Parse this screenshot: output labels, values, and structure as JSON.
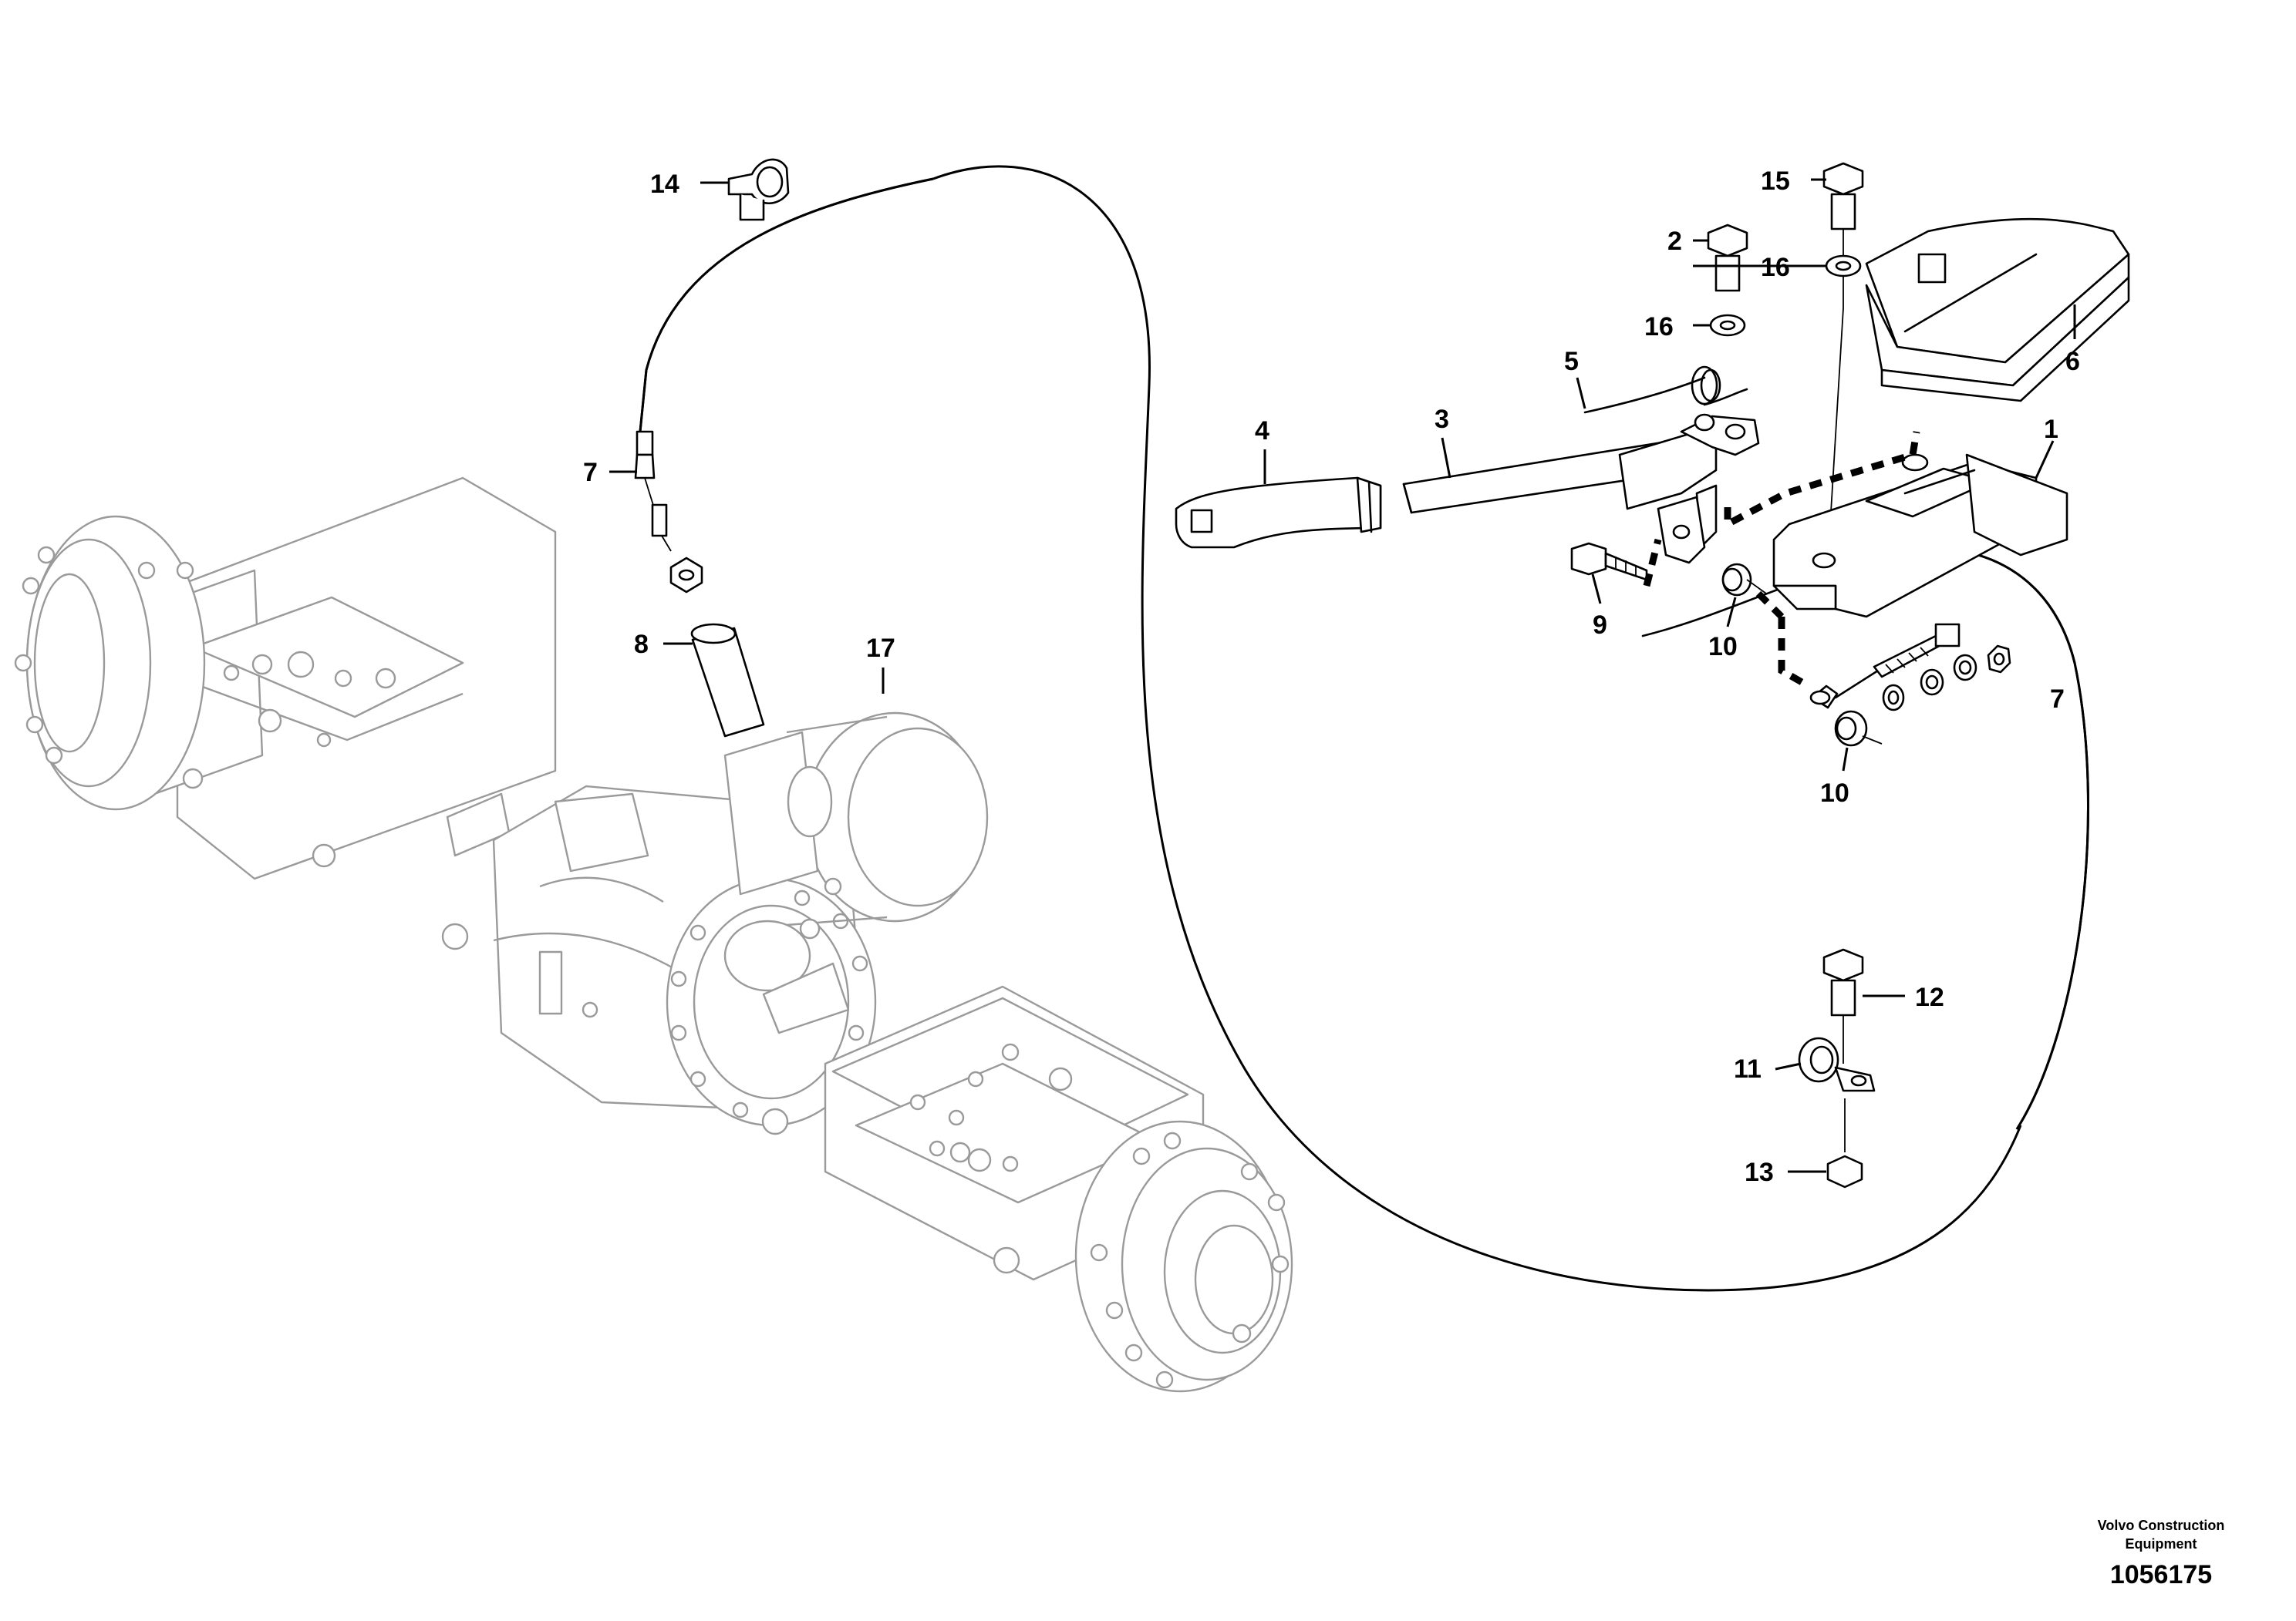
{
  "callouts": {
    "c1": "1",
    "c2": "2",
    "c3": "3",
    "c4": "4",
    "c5": "5",
    "c6": "6",
    "c7a": "7",
    "c7b": "7",
    "c8": "8",
    "c9": "9",
    "c10a": "10",
    "c10b": "10",
    "c11": "11",
    "c12": "12",
    "c13": "13",
    "c14": "14",
    "c15": "15",
    "c16a": "16",
    "c16b": "16",
    "c17": "17"
  },
  "footer": {
    "company": "Volvo Construction Equipment",
    "document_number": "1056175"
  }
}
